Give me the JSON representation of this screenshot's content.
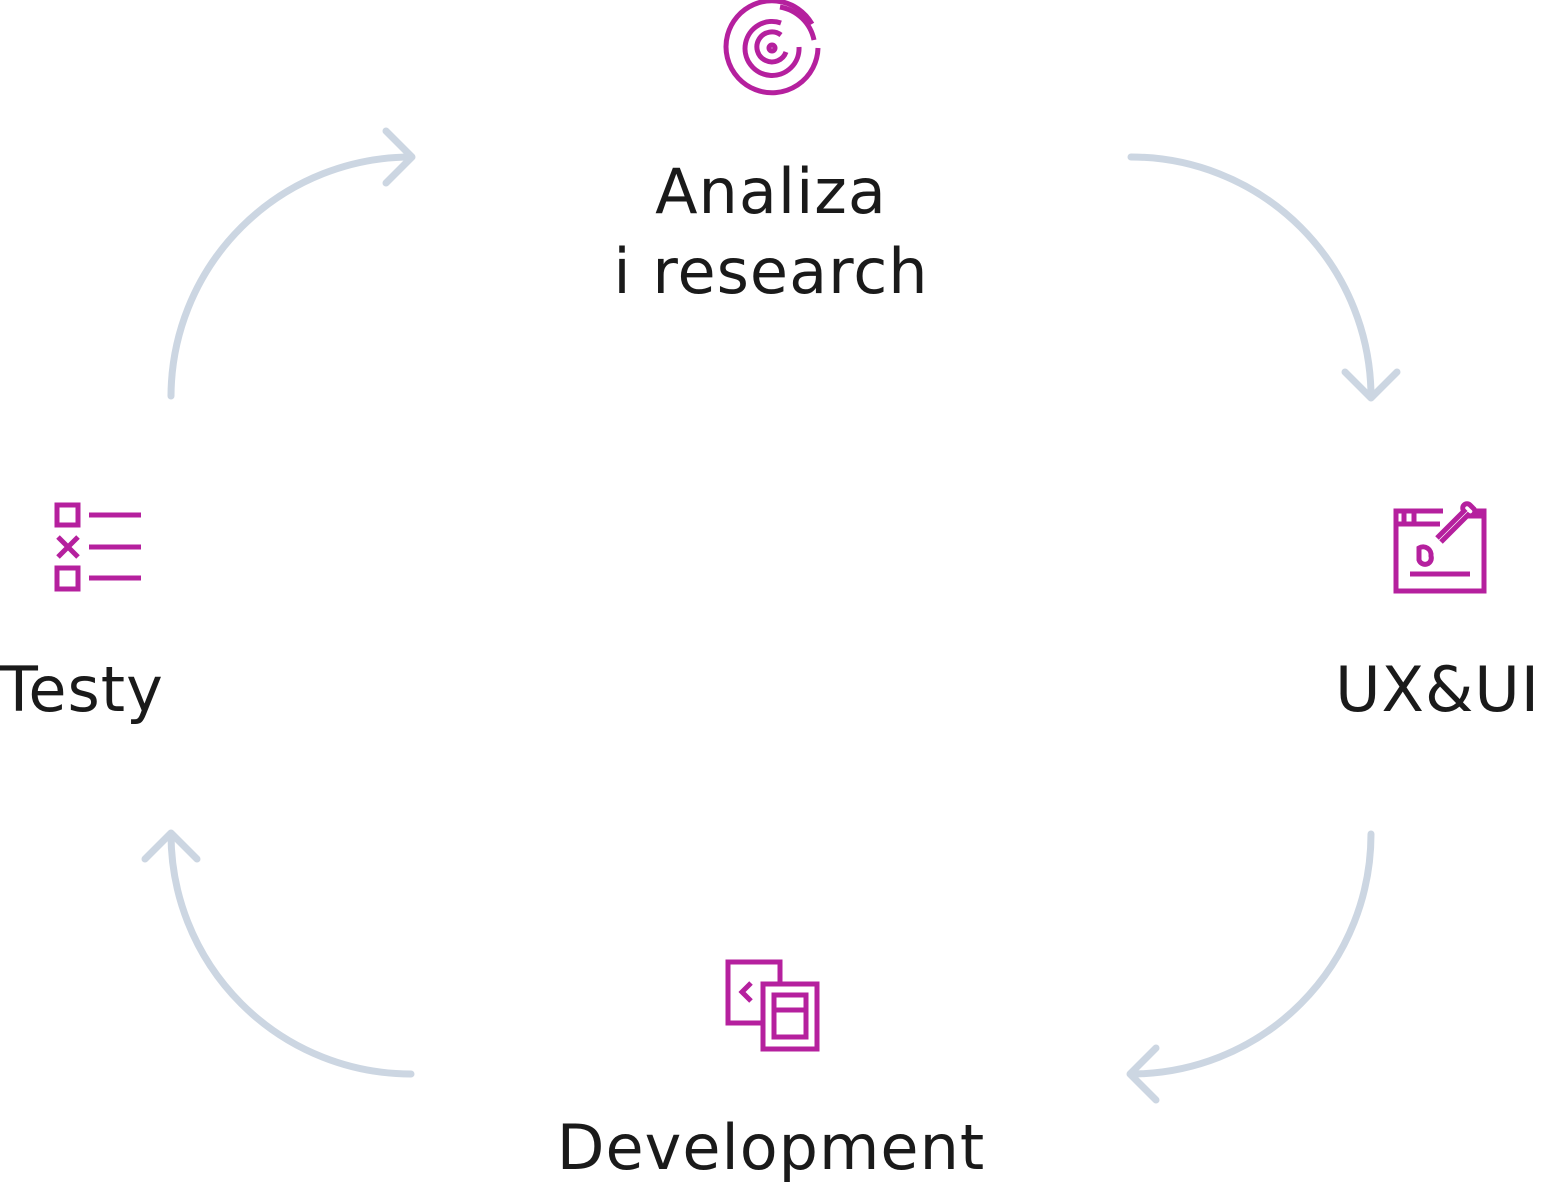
{
  "colors": {
    "accent": "#b5209e",
    "arrow": "#ccd6e2",
    "text": "#1a1a1a"
  },
  "steps": [
    {
      "id": "analiza",
      "lines": [
        "Analiza",
        "i research"
      ],
      "icon": "target-icon"
    },
    {
      "id": "uxui",
      "lines": [
        "UX&UI"
      ],
      "icon": "design-board-icon"
    },
    {
      "id": "development",
      "lines": [
        "Development"
      ],
      "icon": "code-windows-icon"
    },
    {
      "id": "testy",
      "lines": [
        "Testy"
      ],
      "icon": "checklist-icon"
    }
  ]
}
